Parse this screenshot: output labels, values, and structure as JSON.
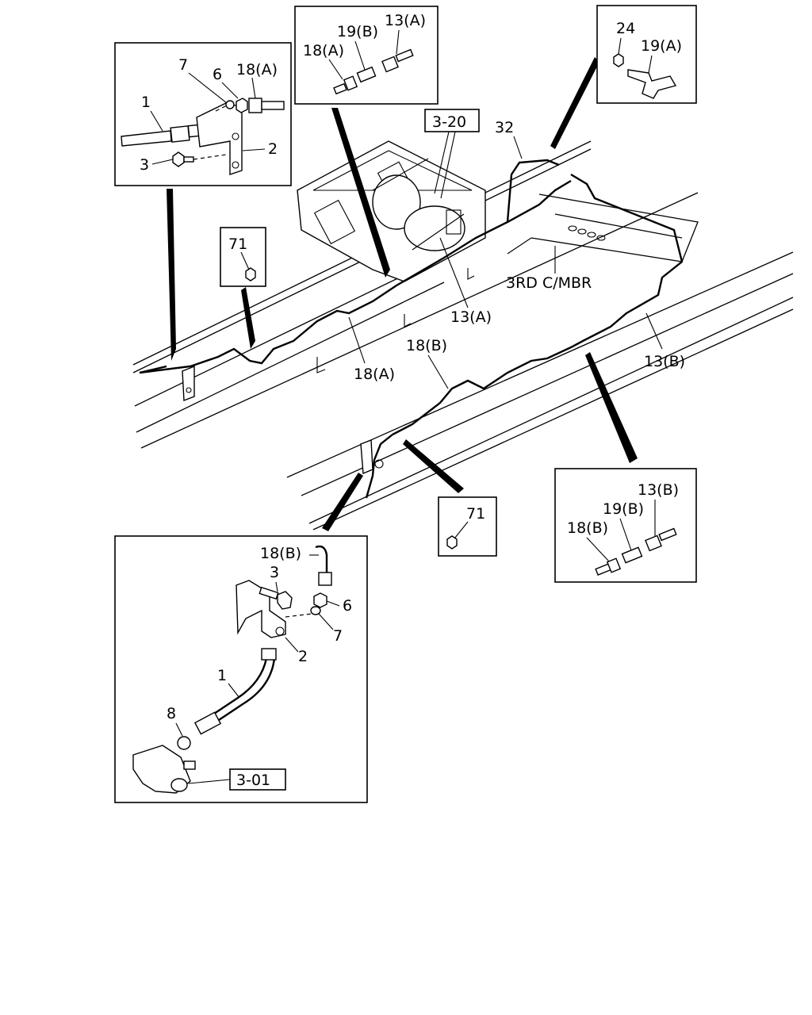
{
  "callouts": {
    "top_left": {
      "p1": "1",
      "p2": "2",
      "p3": "3",
      "p6": "6",
      "p7": "7",
      "p18a": "18(A)"
    },
    "top_center": {
      "p18a": "18(A)",
      "p19b": "19(B)",
      "p13a": "13(A)"
    },
    "top_right": {
      "p24": "24",
      "p19a": "19(A)"
    },
    "nut_upper": {
      "p71": "71"
    },
    "nut_lower": {
      "p71": "71"
    },
    "bottom_right": {
      "p13b": "13(B)",
      "p19b": "19(B)",
      "p18b": "18(B)"
    },
    "bottom_left": {
      "p18b": "18(B)",
      "p3": "3",
      "p6": "6",
      "p7": "7",
      "p2": "2",
      "p1": "1",
      "p8": "8",
      "ref301": "3-01"
    }
  },
  "main": {
    "ref320": "3-20",
    "p32": "32",
    "member": "3RD C/MBR",
    "p13a": "13(A)",
    "p18a": "18(A)",
    "p18b": "18(B)",
    "p13b": "13(B)"
  }
}
